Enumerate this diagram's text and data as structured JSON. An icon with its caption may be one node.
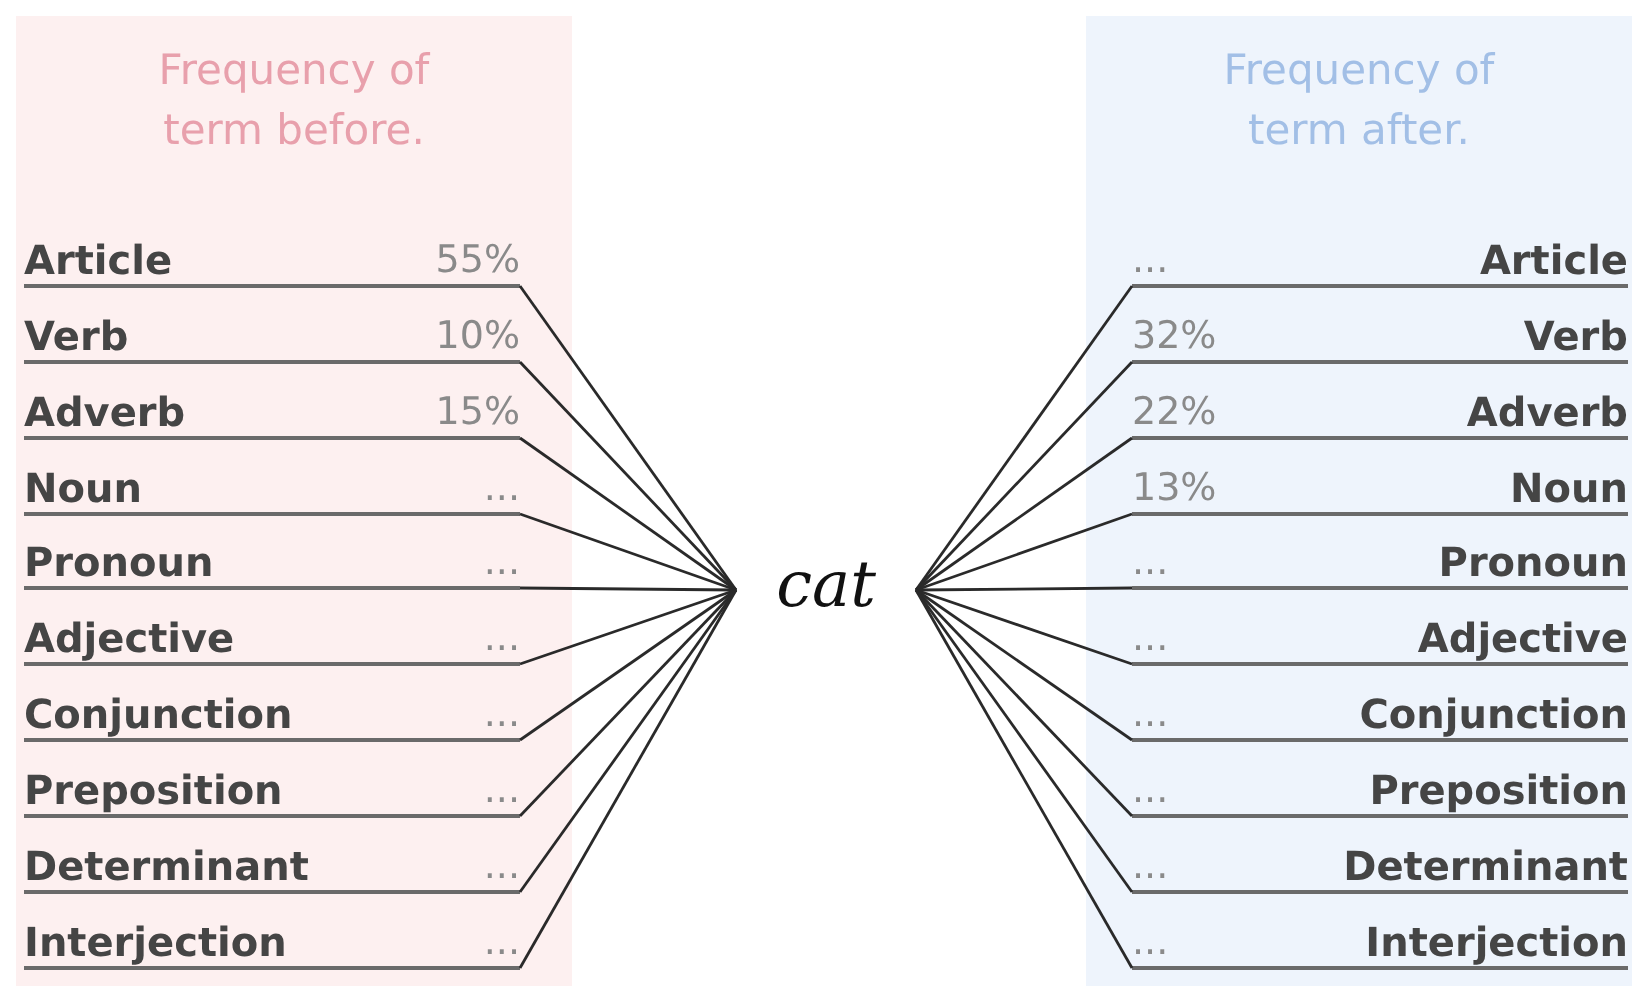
{
  "diagram": {
    "nodes": [
      {
        "text": [
          "Frequency of term before."
        ]
      },
      {
        "text": [
          "Article",
          "55%"
        ],
        "in": 0
      },
      {
        "text": [
          "Verb",
          "10%"
        ],
        "in": 0
      },
      {
        "text": [
          "Adverb",
          "15%"
        ],
        "in": 0
      },
      {
        "text": [
          "Noun",
          "..."
        ],
        "in": 0
      },
      {
        "text": [
          "Pronoun",
          "..."
        ],
        "in": 0
      },
      {
        "text": [
          "Adjective",
          "..."
        ],
        "in": 0
      },
      {
        "text": [
          "Conjunction",
          "..."
        ],
        "in": 0
      },
      {
        "text": [
          "Preposition",
          "..."
        ],
        "in": 0
      },
      {
        "text": [
          "Determinant",
          "..."
        ],
        "in": 0
      },
      {
        "text": [
          "Interjection",
          "..."
        ],
        "in": 0
      },
      {
        "text": [
          "cat"
        ]
      },
      {
        "text": [
          "Frequency of term after."
        ]
      },
      {
        "text": [
          "...",
          "Article"
        ],
        "in": 12
      },
      {
        "text": [
          "32%",
          "Verb"
        ],
        "in": 12
      },
      {
        "text": [
          "22%",
          "Adverb"
        ],
        "in": 12
      },
      {
        "text": [
          "13%",
          "Noun"
        ],
        "in": 12
      },
      {
        "text": [
          "...",
          "Pronoun"
        ],
        "in": 12
      },
      {
        "text": [
          "...",
          "Adjective"
        ],
        "in": 12
      },
      {
        "text": [
          "...",
          "Conjunction"
        ],
        "in": 12
      },
      {
        "text": [
          "...",
          "Preposition"
        ],
        "in": 12
      },
      {
        "text": [
          "...",
          "Determinant"
        ],
        "in": 12
      },
      {
        "text": [
          "...",
          "Interjection"
        ],
        "in": 12
      }
    ],
    "edges": [
      {
        "from": 1,
        "to": 11,
        "arrow": "none"
      },
      {
        "from": 2,
        "to": 11,
        "arrow": "none"
      },
      {
        "from": 3,
        "to": 11,
        "arrow": "none"
      },
      {
        "from": 4,
        "to": 11,
        "arrow": "none"
      },
      {
        "from": 5,
        "to": 11,
        "arrow": "none"
      },
      {
        "from": 6,
        "to": 11,
        "arrow": "none"
      },
      {
        "from": 7,
        "to": 11,
        "arrow": "none"
      },
      {
        "from": 8,
        "to": 11,
        "arrow": "none"
      },
      {
        "from": 9,
        "to": 11,
        "arrow": "none"
      },
      {
        "from": 10,
        "to": 11,
        "arrow": "none"
      },
      {
        "from": 11,
        "to": 13,
        "arrow": "none"
      },
      {
        "from": 11,
        "to": 14,
        "arrow": "none"
      },
      {
        "from": 11,
        "to": 15,
        "arrow": "none"
      },
      {
        "from": 11,
        "to": 16,
        "arrow": "none"
      },
      {
        "from": 11,
        "to": 17,
        "arrow": "none"
      },
      {
        "from": 11,
        "to": 18,
        "arrow": "none"
      },
      {
        "from": 11,
        "to": 19,
        "arrow": "none"
      },
      {
        "from": 11,
        "to": 20,
        "arrow": "none"
      },
      {
        "from": 11,
        "to": 21,
        "arrow": "none"
      },
      {
        "from": 11,
        "to": 22,
        "arrow": "none"
      }
    ]
  }
}
